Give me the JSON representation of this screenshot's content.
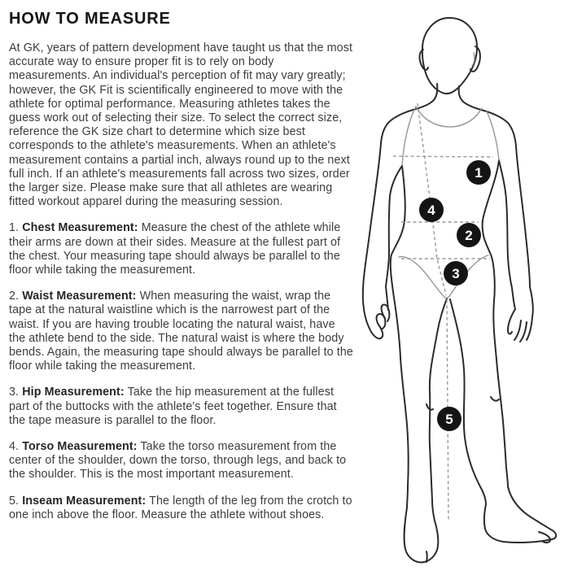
{
  "page_title": "HOW TO MEASURE",
  "intro": "At GK, years of pattern development have taught us that the most accurate way to ensure proper fit is to rely on body measurements. An individual's perception of fit may vary greatly; however, the GK Fit is scientifically engineered to move with the athlete for optimal performance. Measuring athletes takes the guess work out of selecting their size. To select the correct size, reference the GK size chart to determine which size best corresponds to the athlete's measurements. When an athlete's measurement contains a partial inch, always round up to the next full inch. If an athlete's measurements fall across two sizes, order the larger size. Please make sure that all athletes are wearing fitted workout apparel during the measuring session.",
  "sections": [
    {
      "number": "1.",
      "label": "Chest Measurement:",
      "text": "Measure the chest of the athlete while their arms are down at their sides. Measure at the fullest part of the chest. Your measuring tape should always be parallel to the floor while taking the measurement."
    },
    {
      "number": "2.",
      "label": "Waist Measurement:",
      "text": "When measuring the waist, wrap the tape at the natural waistline which is the narrowest part of the waist. If you are having trouble locating the natural waist, have the athlete bend to the side. The natural waist is where the body bends. Again, the measuring tape should always be parallel to the floor while taking the measurement."
    },
    {
      "number": "3.",
      "label": "Hip Measurement:",
      "text": "Take the hip measurement at the fullest part of the buttocks with the athlete's feet together. Ensure that the tape measure is parallel to the floor."
    },
    {
      "number": "4.",
      "label": "Torso Measurement:",
      "text": "Take the torso measurement from the center of the shoulder, down the torso, through legs, and back to the shoulder. This is the most important measurement."
    },
    {
      "number": "5.",
      "label": "Inseam Measurement:",
      "text": "The length of the leg from the crotch to one inch above the floor. Measure the athlete without shoes."
    }
  ],
  "diagram": {
    "markers": [
      {
        "number": "1",
        "measurement": "chest"
      },
      {
        "number": "2",
        "measurement": "waist"
      },
      {
        "number": "3",
        "measurement": "hip"
      },
      {
        "number": "4",
        "measurement": "torso"
      },
      {
        "number": "5",
        "measurement": "inseam"
      }
    ],
    "colors": {
      "marker_bg": "#141414",
      "marker_number": "#ffffff",
      "body_outline": "#2b2b2b",
      "garment_line": "#8f8f8f",
      "dashed_line": "#999999"
    }
  },
  "colors": {
    "background": "#ffffff",
    "title_text": "#131313",
    "body_text": "#3d3d3d"
  }
}
